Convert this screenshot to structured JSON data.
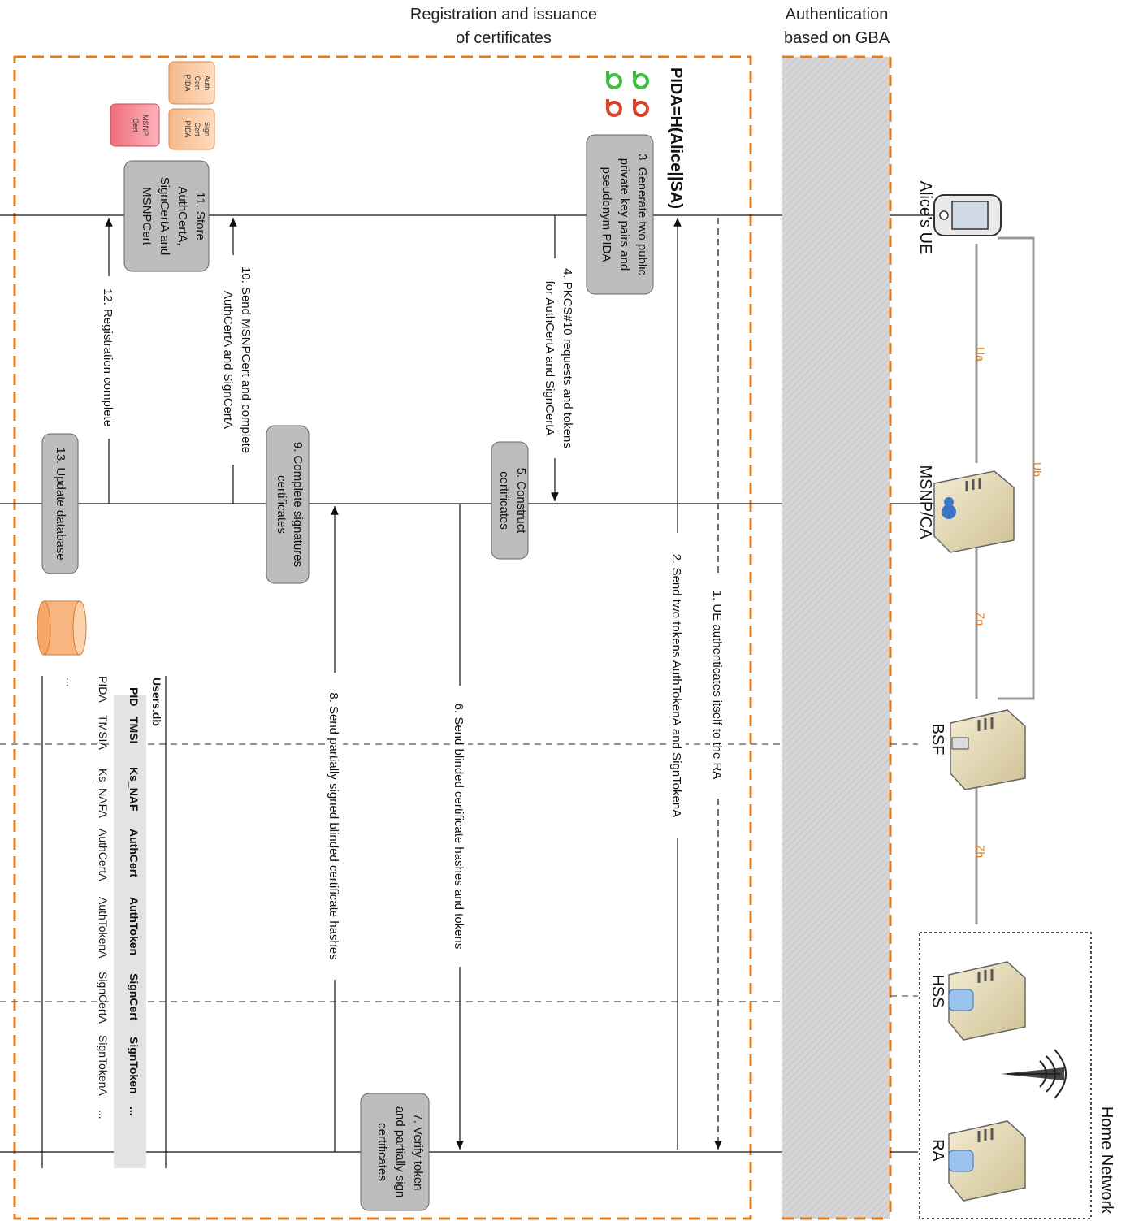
{
  "headers": {
    "registration_line1": "Registration and issuance",
    "registration_line2": "of certificates",
    "auth_line1": "Authentication",
    "auth_line2": "based on GBA"
  },
  "right_labels": {
    "alices_ue": "Alice’s UE",
    "msnp_ca": "MSNP/CA",
    "bsf": "BSF",
    "hss": "HSS",
    "ra": "RA",
    "home_network": "Home Network"
  },
  "interfaces": {
    "ua": "Ua",
    "ub": "Ub",
    "zn": "Zn",
    "zh": "Zh"
  },
  "pid_formula": "PIDA=H(Alice||SA)",
  "messages": {
    "m1": "1. UE authenticates itself to the RA",
    "m2": "2. Send two tokens AuthTokenA and SignTokenA",
    "m4_line1": "4. PKCS#10 requests and tokens",
    "m4_line2": "for AuthCertA and SignCertA",
    "m6": "6. Send blinded certificate hashes and tokens",
    "m8": "8. Send partially signed blinded certificate hashes",
    "m10_line1": "10. Send MSNPCert and complete",
    "m10_line2": "AuthCertA and SignCertA",
    "m12": "12. Registration complete"
  },
  "boxes": {
    "b3": [
      "3. Generate two public",
      "private key pairs and",
      "pseudonym PIDA"
    ],
    "b5": [
      "5. Construct",
      "certificates"
    ],
    "b7": [
      "7. Verify token",
      "and partially sign",
      "certificates"
    ],
    "b9": [
      "9. Complete signatures",
      "certificates"
    ],
    "b11": [
      "11. Store",
      "AuthCertA,",
      "SignCertA and",
      "MSNPCert"
    ],
    "b13": [
      "13. Update database"
    ]
  },
  "scrolls": {
    "auth_cert": [
      "Auth",
      "Cert",
      "PIDA"
    ],
    "sign_cert": [
      "Sign",
      "Cert",
      "PIDA"
    ],
    "msnp_cert": [
      "MSNP",
      "Cert"
    ]
  },
  "database": {
    "title": "Users.db",
    "columns": [
      "PID",
      "TMSI",
      "Ks_NAF",
      "AuthCert",
      "AuthToken",
      "SignCert",
      "SignToken",
      "..."
    ],
    "row": [
      "PIDA",
      "TMSIA",
      "Ks_NAFA",
      "AuthCertA",
      "AuthTokenA",
      "SignCertA",
      "SignTokenA",
      "..."
    ],
    "more": "..."
  },
  "colors": {
    "orange": "#e07b1f",
    "gray_box": "#bdbdbd",
    "gba_band": "#d9d9d9",
    "key_green": "#3fbf3f",
    "key_red": "#d9432b"
  }
}
